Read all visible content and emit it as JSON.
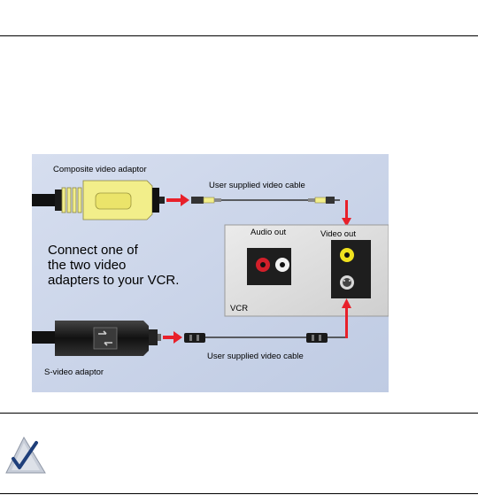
{
  "figure": {
    "composite_adaptor_label": "Composite video adaptor",
    "svideo_adaptor_label": "S-video adaptor",
    "cable_label_top": "User supplied video cable",
    "cable_label_bottom": "User supplied video cable",
    "instruction_lines": [
      "Connect one of",
      "the two video",
      "adapters to your VCR."
    ],
    "audio_out_label": "Audio out",
    "video_out_label": "Video out",
    "vcr_label": "VCR"
  },
  "note": {
    "icon": "checkmark-note-icon"
  },
  "colors": {
    "panel_bg": "#c9d4e9",
    "arrow_red": "#e8202a",
    "composite_yellow": "#f2ee8a",
    "vcr_silver": "#dedede"
  }
}
